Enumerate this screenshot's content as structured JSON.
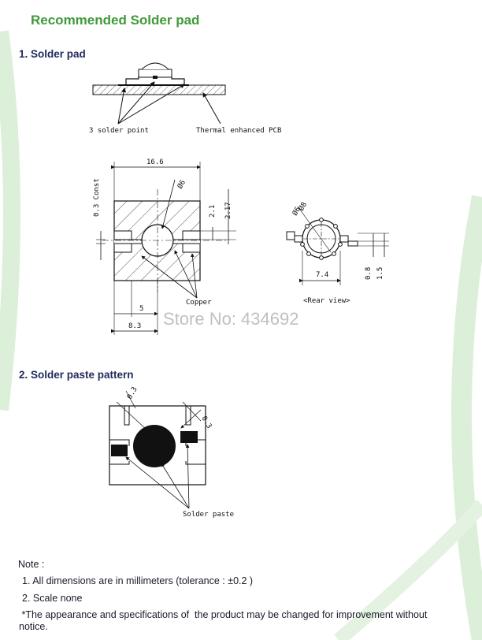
{
  "title": "Recommended Solder pad",
  "section1": {
    "heading": "1. Solder pad",
    "label_solder_points": "3 solder point",
    "label_pcb": "Thermal enhanced PCB",
    "dim_width": "16.6",
    "dim_const": "0.3 Const",
    "dim_diameter": "Ø6",
    "dim_2_1": "2.1",
    "dim_2_17": "2.17",
    "dim_5": "5",
    "dim_8_3": "8.3",
    "label_copper": "Copper",
    "rear_dim_6": "Ø6",
    "rear_dim_8": "Ø8",
    "rear_dim_7_4": "7.4",
    "rear_dim_0_8": "0.8",
    "rear_dim_1_5": "1.5",
    "label_rear": "<Rear view>"
  },
  "watermark": "Store No: 434692",
  "section2": {
    "heading": "2. Solder  paste pattern",
    "dim_a": "0.3",
    "dim_b": "0.3",
    "label_paste": "Solder paste"
  },
  "notes": {
    "heading": "Note :",
    "line1": "1. All dimensions are in millimeters (tolerance : ±0.2 )",
    "line2": "2. Scale none",
    "line3": " *The appearance and specifications of  the product may be changed for improvement without",
    "line4": "notice."
  },
  "colors": {
    "title": "#3f9a3a",
    "heading": "#1f2a5a",
    "swirl": "#d8ecd6"
  }
}
